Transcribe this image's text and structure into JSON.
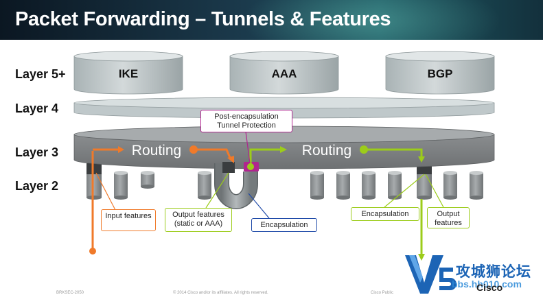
{
  "title": "Packet Forwarding – Tunnels & Features",
  "layers": {
    "l5": "Layer 5+",
    "l4": "Layer 4",
    "l3": "Layer 3",
    "l2": "Layer 2"
  },
  "services": [
    "IKE",
    "AAA",
    "BGP"
  ],
  "routing_labels": [
    "Routing",
    "Routing"
  ],
  "callouts": {
    "post_encap": "Post-encapsulation Tunnel Protection",
    "input_features": "Input features",
    "output_static": "Output features (static or AAA)",
    "encap_center": "Encapsulation",
    "encap_right": "Encapsulation",
    "output_right": "Output features"
  },
  "colors": {
    "input_path": "#f07a2a",
    "output_path": "#9ccc1a",
    "post_encap_border": "#b0258f",
    "encap_border": "#1f4aa8",
    "input_border": "#f07a2a",
    "output_border": "#9ccc1a",
    "cylinder_top": "#d6dcdd",
    "cylinder_body": "#b8c2c4",
    "layer3_disc": "#8f9294"
  },
  "footer": {
    "left": "BRKSEC-2050",
    "center": "© 2014 Cisco and/or its affiliates. All rights reserved.",
    "right": "Cisco Public"
  },
  "brand": "Cisco",
  "watermark": {
    "chinese": "攻城狮论坛",
    "url": "bbs.hh010.com"
  }
}
